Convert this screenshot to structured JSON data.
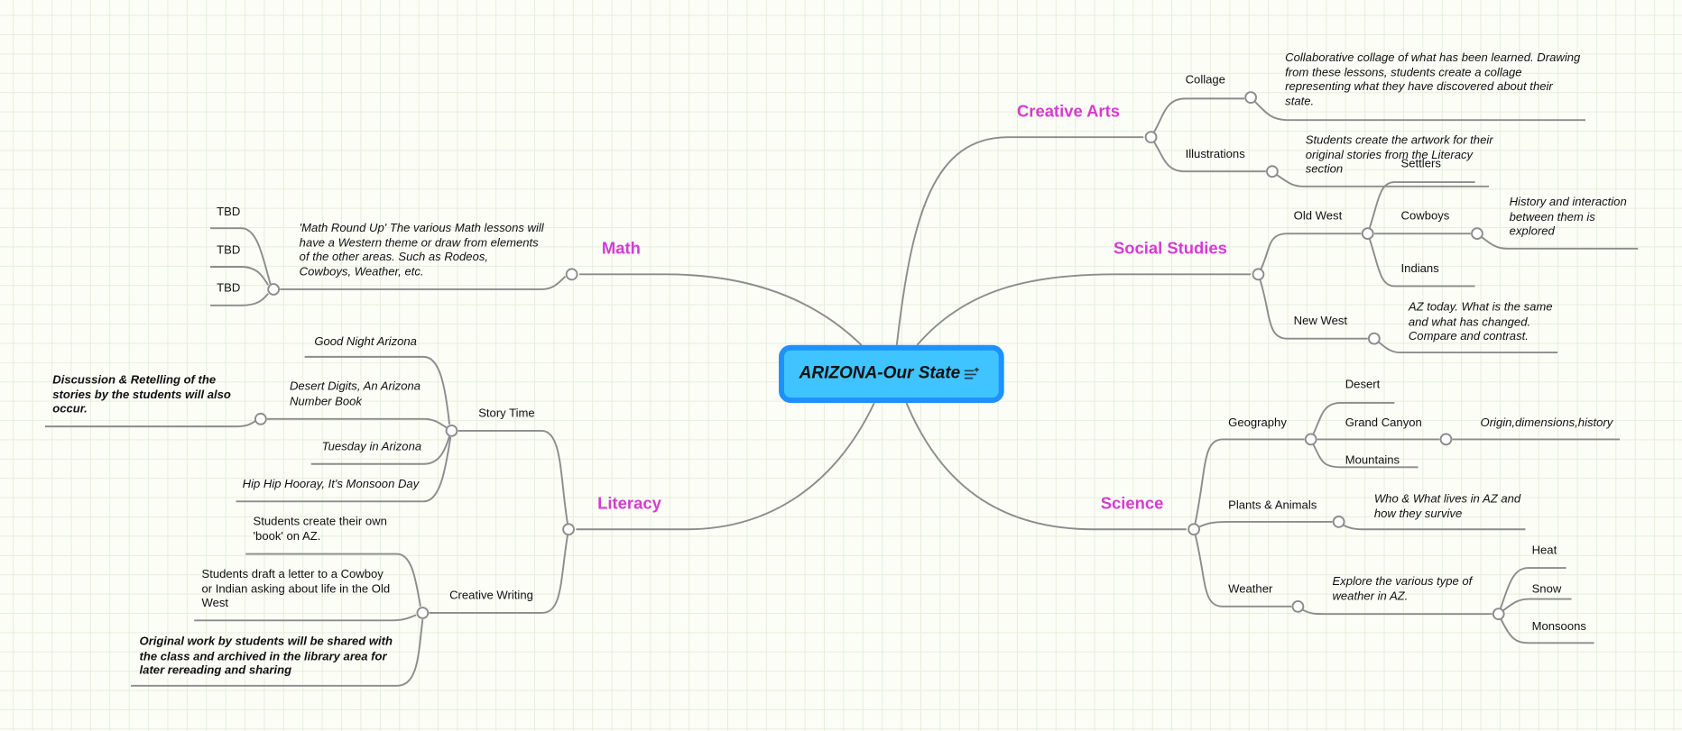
{
  "root": {
    "title": "ARIZONA-Our State",
    "icon": "note-add-icon"
  },
  "colors": {
    "branch_label": "#d53bd1",
    "root_fill": "#40c4ff",
    "root_border": "#1e90ff",
    "line": "#8c8c8c"
  },
  "creative_arts": {
    "label": "Creative Arts",
    "collage": {
      "label": "Collage",
      "note": [
        "Collaborative collage of what has been learned. Drawing",
        "from these  lessons, students create a collage",
        "representing what they have discovered about their",
        "state."
      ]
    },
    "illustrations": {
      "label": "Illustrations",
      "note": [
        "Students create the artwork for their",
        "original stories from the Literacy",
        "section"
      ]
    }
  },
  "social_studies": {
    "label": "Social Studies",
    "old_west": {
      "label": "Old West",
      "settlers": "Settlers",
      "cowboys": "Cowboys",
      "indians": "Indians",
      "cowboys_note": [
        "History and interaction",
        "between them is",
        "explored"
      ]
    },
    "new_west": {
      "label": "New West",
      "note": [
        "AZ today. What is the same",
        "and what has changed.",
        "Compare and contrast."
      ]
    }
  },
  "science": {
    "label": "Science",
    "geography": {
      "label": "Geography",
      "desert": "Desert",
      "grand_canyon": "Grand Canyon",
      "mountains": "Mountains",
      "grand_canyon_note": "Origin,dimensions,history"
    },
    "plants": {
      "label": "Plants & Animals",
      "note": [
        "Who & What lives in AZ and",
        "how they survive"
      ]
    },
    "weather": {
      "label": "Weather",
      "note": [
        "Explore the various type of",
        "weather in AZ."
      ],
      "heat": "Heat",
      "snow": "Snow",
      "monsoons": "Monsoons"
    }
  },
  "math": {
    "label": "Math",
    "note": [
      "'Math Round Up' The various Math lessons will",
      "have a Western theme or draw from elements",
      "of the other areas. Such as Rodeos,",
      "Cowboys, Weather, etc."
    ],
    "tbd": [
      "TBD",
      "TBD",
      "TBD"
    ]
  },
  "literacy": {
    "label": "Literacy",
    "story_time": {
      "label": "Story Time",
      "books": [
        "Good Night Arizona",
        [
          "Desert Digits, An Arizona",
          "Number Book"
        ],
        "Tuesday in Arizona",
        "Hip Hip Hooray, It's Monsoon Day"
      ],
      "discussion": [
        "Discussion & Retelling of the",
        "stories by the students will also",
        "occur."
      ]
    },
    "creative_writing": {
      "label": "Creative Writing",
      "items": [
        [
          "Students create their own",
          "'book' on AZ."
        ],
        [
          "Students draft a letter to a Cowboy",
          "or Indian asking about life in the Old",
          "West"
        ]
      ],
      "original": [
        "Original work by students will be shared with",
        "the class and archived in the library area for",
        "later rereading and sharing"
      ]
    }
  }
}
